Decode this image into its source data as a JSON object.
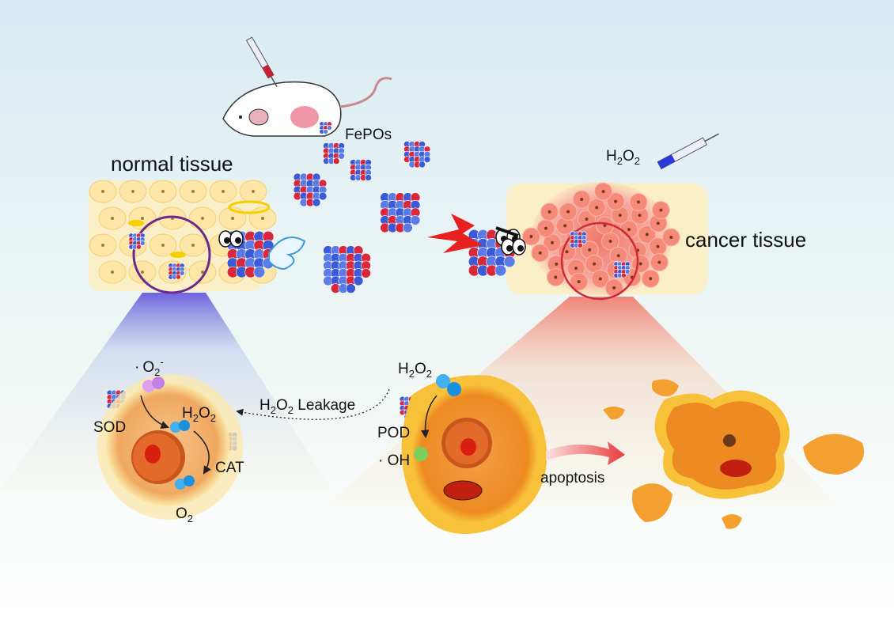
{
  "labels": {
    "fepos": "FePOs",
    "normal_tissue": "normal tissue",
    "cancer_tissue": "cancer tissue",
    "h2o2_syringe": {
      "a": "H",
      "b": "2",
      "c": "O",
      "d": "2"
    },
    "superoxide": {
      "dot": "·",
      "a": "O",
      "b": "2",
      "c": "-"
    },
    "sod": "SOD",
    "h2o2_normal": {
      "a": "H",
      "b": "2",
      "c": "O",
      "d": "2"
    },
    "cat": "CAT",
    "o2": {
      "a": "O",
      "b": "2"
    },
    "leakage": {
      "a": "H",
      "b": "2",
      "c": "O",
      "d": "2",
      "e": " Leakage"
    },
    "h2o2_cancer": {
      "a": "H",
      "b": "2",
      "c": "O",
      "d": "2"
    },
    "pod": "POD",
    "hydroxyl": "· OH",
    "apoptosis": "apoptosis"
  },
  "colors": {
    "particle_red": "#d8283a",
    "particle_blue": "#3a5ad8",
    "cell_orange": "#f39a2a",
    "nucleus": "#c8561c",
    "tumor_red": "#f0786a",
    "normal_glow": "#5a4ad8",
    "circle_purple": "#6a2a8a",
    "circle_red": "#d02a3a"
  }
}
